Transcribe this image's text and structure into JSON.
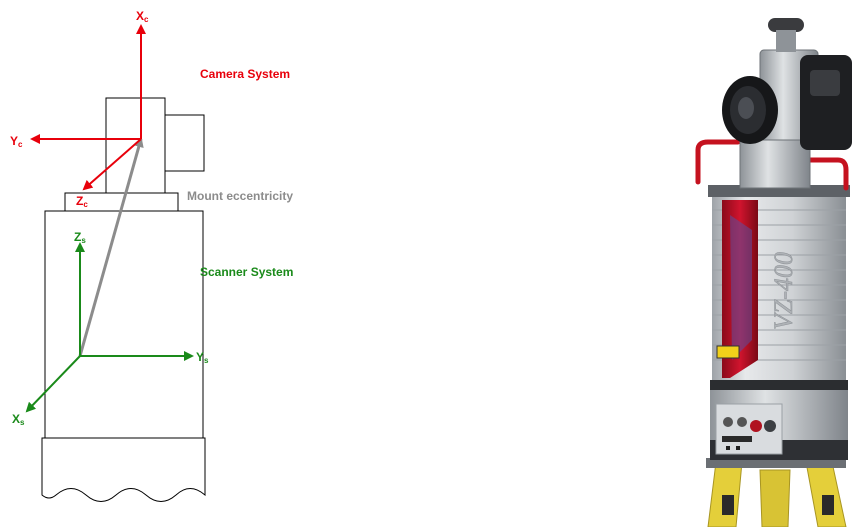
{
  "colors": {
    "camera": "#e8000b",
    "scanner": "#1a8a1a",
    "eccentricity": "#8c8c8c",
    "outline": "#000000",
    "scanner_body": "#d2d4d6",
    "scanner_window": "#c8102e",
    "tripod": "#e7d23a"
  },
  "labels": {
    "camera_system": "Camera System",
    "scanner_system": "Scanner System",
    "mount_eccentricity": "Mount eccentricity"
  },
  "axes": {
    "camera": {
      "x": {
        "main": "X",
        "sub": "c"
      },
      "y": {
        "main": "Y",
        "sub": "c"
      },
      "z": {
        "main": "Z",
        "sub": "c"
      }
    },
    "scanner": {
      "x": {
        "main": "X",
        "sub": "s"
      },
      "y": {
        "main": "Y",
        "sub": "s"
      },
      "z": {
        "main": "Z",
        "sub": "s"
      }
    }
  },
  "photo": {
    "brand_text": "VZ-400",
    "icons": [
      "camera-icon",
      "laser-scanner-icon",
      "tripod-icon",
      "laser-warning-label-icon"
    ]
  }
}
